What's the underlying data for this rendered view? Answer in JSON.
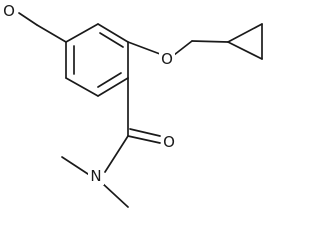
{
  "molecule": {
    "atoms": {
      "aldehyde_oxygen": "O",
      "ether_oxygen": "O",
      "amide_oxygen": "O",
      "amide_nitrogen": "N"
    }
  },
  "colors": {
    "bond": "#1a1a1a",
    "background": "#ffffff"
  }
}
